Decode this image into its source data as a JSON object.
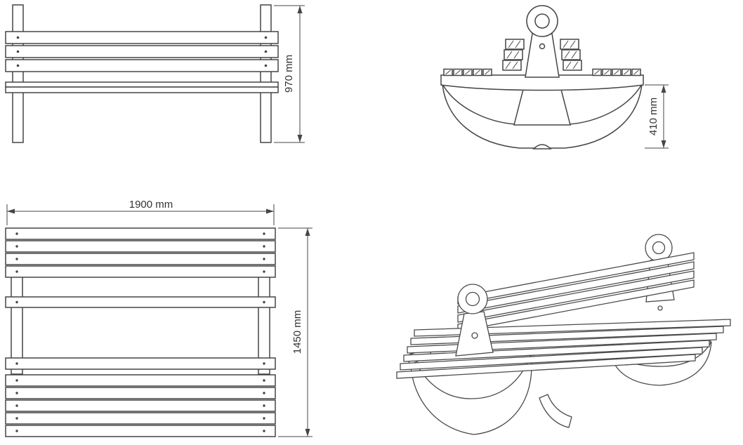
{
  "colors": {
    "background": "#ffffff",
    "line": "#454545",
    "text": "#333333"
  },
  "dimensions": {
    "overall_height": "970 mm",
    "seat_height": "410 mm",
    "overall_length": "1900 mm",
    "overall_depth": "1450 mm"
  }
}
